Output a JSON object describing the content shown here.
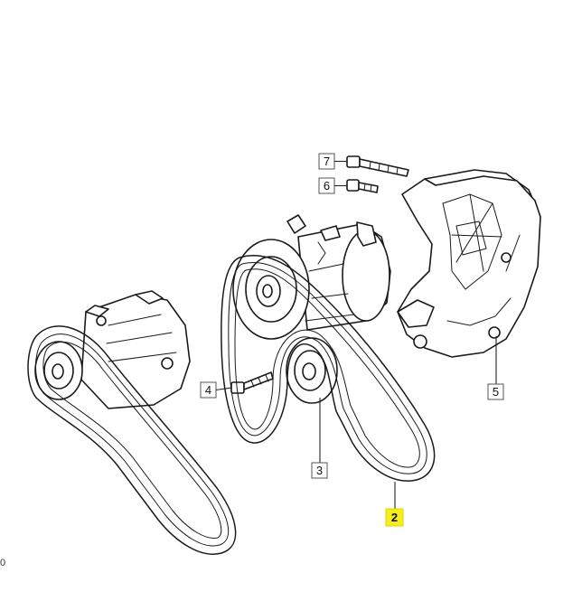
{
  "callouts": {
    "c2": "2",
    "c3": "3",
    "c4": "4",
    "c5": "5",
    "c6": "6",
    "c7": "7"
  },
  "highlight_color": "#f6ee1f",
  "corner_mark": "0"
}
